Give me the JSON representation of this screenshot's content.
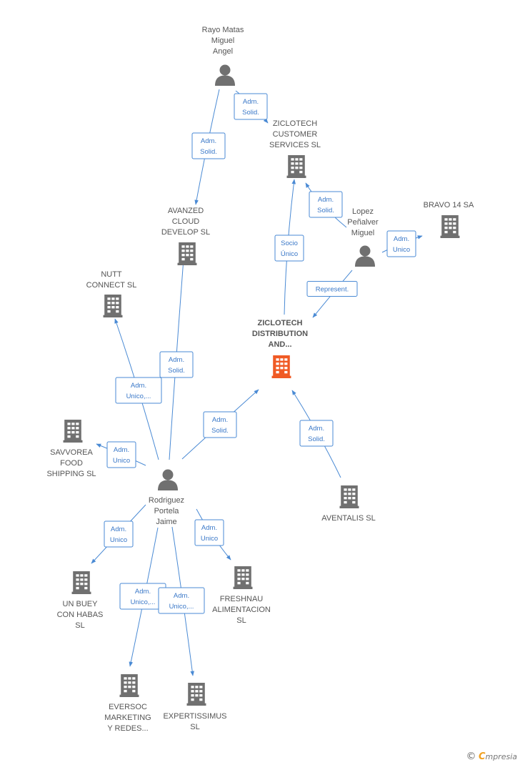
{
  "colors": {
    "edge": "#4a8ad4",
    "edge_text": "#3a78c8",
    "node_icon": "#707070",
    "focus_icon": "#f05a24",
    "label": "#555555"
  },
  "nodes": [
    {
      "id": "rayo",
      "type": "person",
      "lines": [
        "Rayo Matas",
        "Miguel",
        "Angel"
      ],
      "focus": false
    },
    {
      "id": "ziclotech_cs",
      "type": "company",
      "lines": [
        "ZICLOTECH",
        "CUSTOMER",
        "SERVICES  SL"
      ],
      "focus": false
    },
    {
      "id": "avanzed",
      "type": "company",
      "lines": [
        "AVANZED",
        "CLOUD",
        "DEVELOP SL"
      ],
      "focus": false
    },
    {
      "id": "lopez",
      "type": "person",
      "lines": [
        "Lopez",
        "Peñalver",
        "Miguel"
      ],
      "focus": false
    },
    {
      "id": "bravo",
      "type": "company",
      "lines": [
        "BRAVO 14 SA"
      ],
      "focus": false
    },
    {
      "id": "nutt",
      "type": "company",
      "lines": [
        "NUTT",
        "CONNECT  SL"
      ],
      "focus": false
    },
    {
      "id": "ziclotech_d",
      "type": "company",
      "lines": [
        "ZICLOTECH",
        "DISTRIBUTION",
        "AND..."
      ],
      "focus": true
    },
    {
      "id": "savvorea",
      "type": "company",
      "lines": [
        "SAVVOREA",
        "FOOD",
        "SHIPPING  SL"
      ],
      "focus": false
    },
    {
      "id": "rodriguez",
      "type": "person",
      "lines": [
        "Rodriguez",
        "Portela",
        "Jaime"
      ],
      "focus": false
    },
    {
      "id": "aventalis",
      "type": "company",
      "lines": [
        "AVENTALIS SL"
      ],
      "focus": false
    },
    {
      "id": "unbuey",
      "type": "company",
      "lines": [
        "UN BUEY",
        "CON HABAS",
        "SL"
      ],
      "focus": false
    },
    {
      "id": "freshnau",
      "type": "company",
      "lines": [
        "FRESHNAU",
        "ALIMENTACION",
        "SL"
      ],
      "focus": false
    },
    {
      "id": "eversoc",
      "type": "company",
      "lines": [
        "EVERSOC",
        "MARKETING",
        "Y REDES..."
      ],
      "focus": false
    },
    {
      "id": "expertissimus",
      "type": "company",
      "lines": [
        "EXPERTISSIMUS",
        "SL"
      ],
      "focus": false
    }
  ],
  "edges": [
    {
      "from": "rayo",
      "to": "ziclotech_cs",
      "lines": [
        "Adm.",
        "Solid."
      ]
    },
    {
      "from": "rayo",
      "to": "avanzed",
      "lines": [
        "Adm.",
        "Solid."
      ]
    },
    {
      "from": "lopez",
      "to": "ziclotech_cs",
      "lines": [
        "Adm.",
        "Solid."
      ]
    },
    {
      "from": "lopez",
      "to": "bravo",
      "lines": [
        "Adm.",
        "Unico"
      ]
    },
    {
      "from": "lopez",
      "to": "ziclotech_d",
      "lines": [
        "Represent."
      ]
    },
    {
      "from": "ziclotech_d",
      "to": "ziclotech_cs",
      "lines": [
        "Socio",
        "Único"
      ]
    },
    {
      "from": "rodriguez",
      "to": "avanzed",
      "lines": [
        "Adm.",
        "Solid."
      ]
    },
    {
      "from": "rodriguez",
      "to": "nutt",
      "lines": [
        "Adm.",
        "Unico,..."
      ]
    },
    {
      "from": "rodriguez",
      "to": "savvorea",
      "lines": [
        "Adm.",
        "Unico"
      ]
    },
    {
      "from": "rodriguez",
      "to": "ziclotech_d",
      "lines": [
        "Adm.",
        "Solid."
      ]
    },
    {
      "from": "aventalis",
      "to": "ziclotech_d",
      "lines": [
        "Adm.",
        "Solid."
      ]
    },
    {
      "from": "rodriguez",
      "to": "unbuey",
      "lines": [
        "Adm.",
        "Unico"
      ]
    },
    {
      "from": "rodriguez",
      "to": "freshnau",
      "lines": [
        "Adm.",
        "Unico"
      ]
    },
    {
      "from": "rodriguez",
      "to": "eversoc",
      "lines": [
        "Adm.",
        "Unico,..."
      ]
    },
    {
      "from": "rodriguez",
      "to": "expertissimus",
      "lines": [
        "Adm.",
        "Unico,..."
      ]
    }
  ],
  "brand": {
    "copyright": "©",
    "initial": "C",
    "rest": "mpresia"
  }
}
